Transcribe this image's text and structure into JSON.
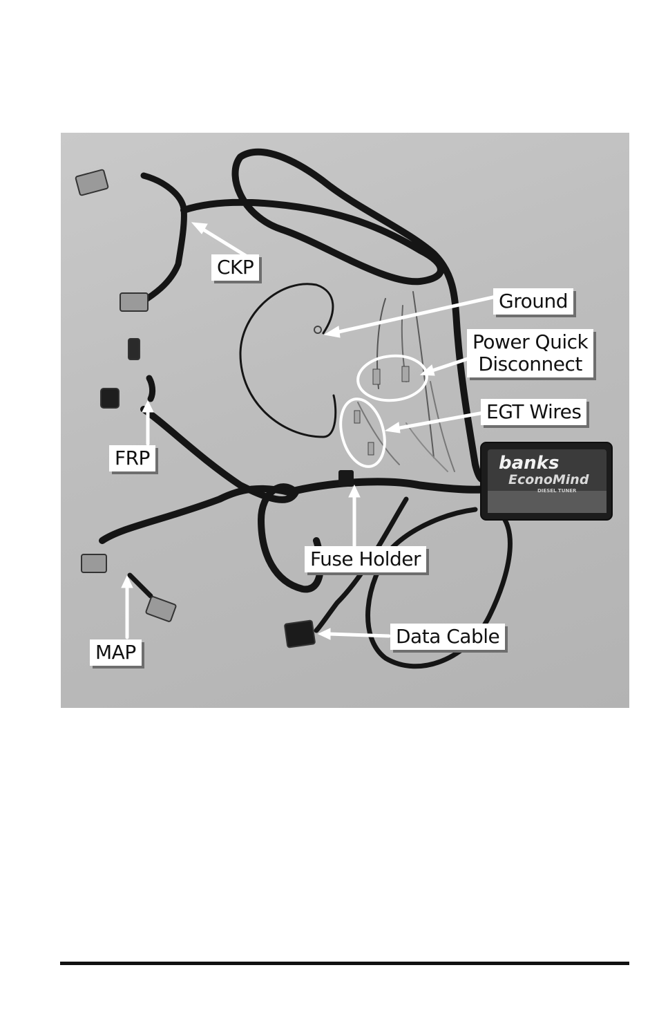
{
  "photo": {
    "callouts": {
      "ckp": "CKP",
      "ground": "Ground",
      "power_quick_disconnect": [
        "Power Quick",
        "Disconnect"
      ],
      "egt_wires": "EGT Wires",
      "frp": "FRP",
      "fuse_holder": "Fuse Holder",
      "map": "MAP",
      "data_cable": "Data Cable"
    },
    "module": {
      "brand": "banks",
      "product": "EconoMind",
      "subtitle": "DIESEL TUNER"
    }
  }
}
